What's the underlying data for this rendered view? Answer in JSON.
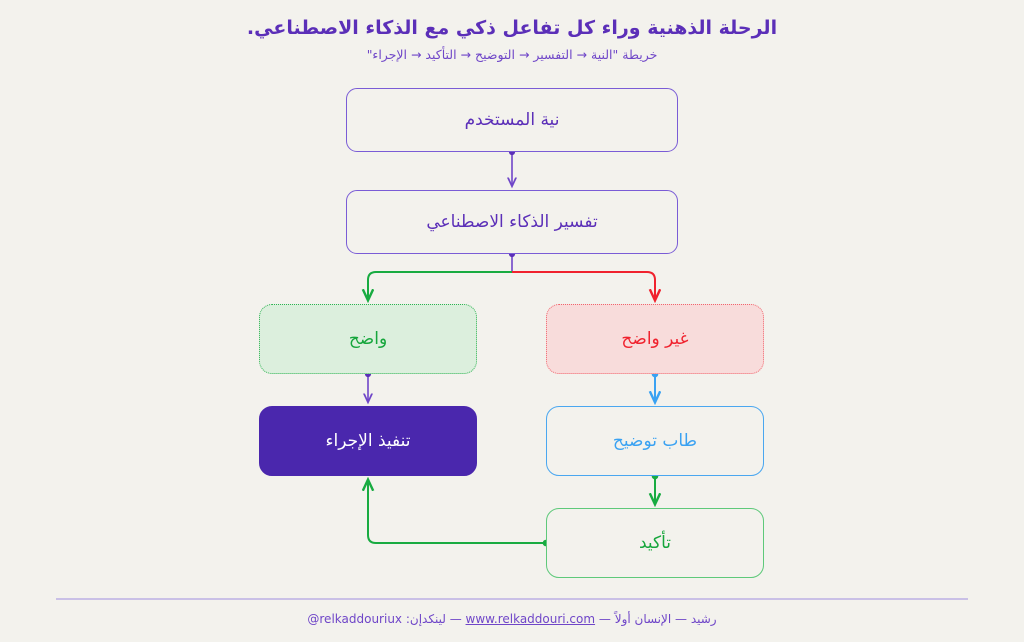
{
  "header": {
    "title": "الرحلة الذهنية وراء كل تفاعل ذكي مع الذكاء الاصطناعي.",
    "subtitle": "خريطة \"النية → التفسير → التوضيح → التأكيد → الإجراء\""
  },
  "nodes": {
    "intent": "نية المستخدم",
    "interpret": "تفسير الذكاء الاصطناعي",
    "clear": "واضح",
    "unclear": "غير واضح",
    "action": "تنفيذ الإجراء",
    "clarify": "طاب توضيح",
    "confirm": "تأكيد"
  },
  "colors": {
    "background": "#f3f2ed",
    "purple": "#5b2fb8",
    "purple_fill": "#4a27ad",
    "purple_border": "#7a5cd6",
    "green": "#16a63c",
    "green_border": "#2eb352",
    "green_fill": "#dcefdd",
    "red": "#f0222e",
    "red_border": "#f0666e",
    "red_fill": "#f8dcdb",
    "blue": "#3aa2f2",
    "blue_border": "#4aa7f0",
    "divider": "#c9c0e6"
  },
  "footer": {
    "name": "رشيد — الإنسان أولاً",
    "sep1": "—",
    "website": "www.relkaddouri.com",
    "sep2": "—",
    "linkedin_label": "لينكدإن:",
    "linkedin_handle": "@relkaddouriux"
  }
}
